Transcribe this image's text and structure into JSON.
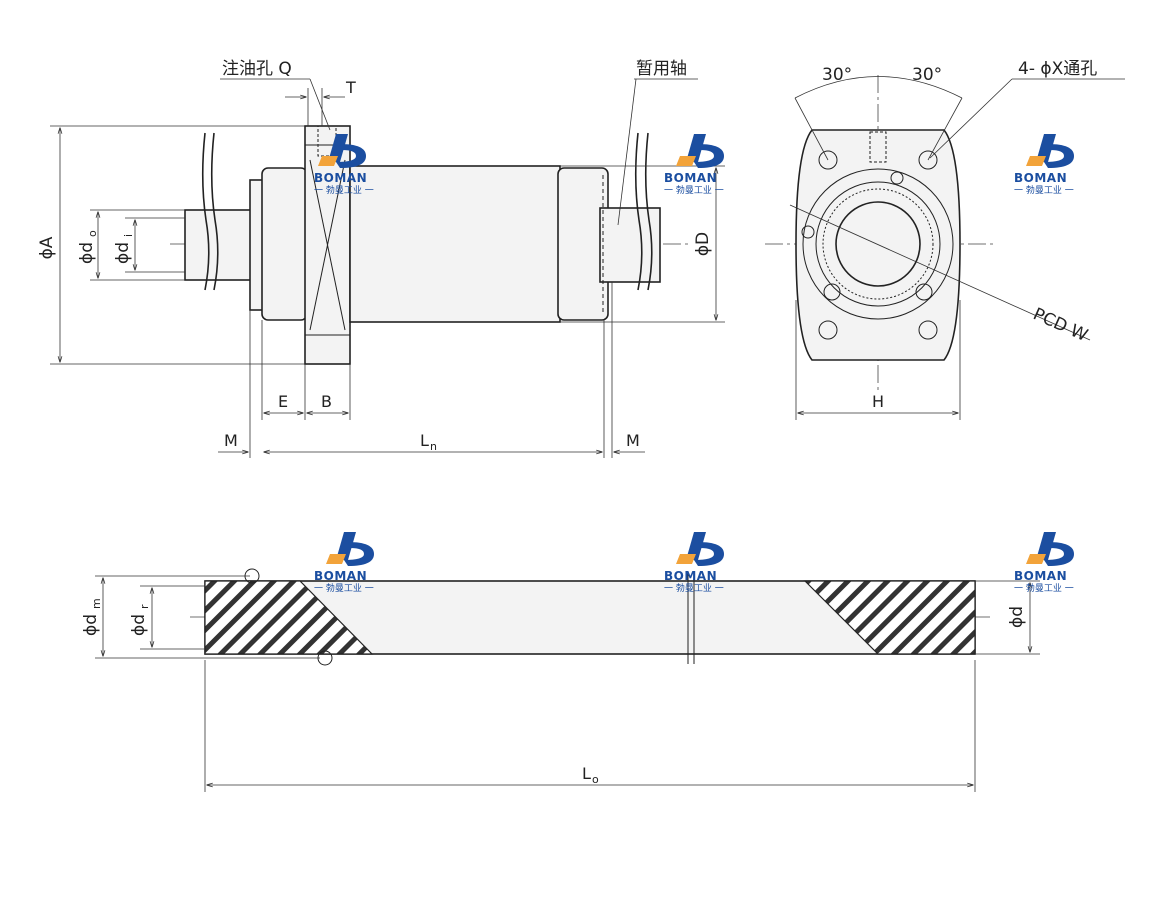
{
  "front_view": {
    "oil_hole_label": "注油孔 Q",
    "shaft_label": "暂用轴",
    "dim_T": "T",
    "dim_A": "ϕA",
    "dim_do": "ϕd",
    "dim_do_sub": "o",
    "dim_di": "ϕd",
    "dim_di_sub": "i",
    "dim_D": "ϕD",
    "dim_E": "E",
    "dim_B": "B",
    "dim_M_left": "M",
    "dim_Ln": "L",
    "dim_Ln_sub": "n",
    "dim_M_right": "M"
  },
  "side_view": {
    "angle_left": "30°",
    "angle_right": "30°",
    "holes_label": "4- ϕX通孔",
    "pcd_label": "PCD W",
    "dim_H": "H"
  },
  "screw_view": {
    "dim_dm": "ϕd",
    "dim_dm_sub": "m",
    "dim_dr": "ϕd",
    "dim_dr_sub": "r",
    "dim_d": "ϕd",
    "dim_Lo": "L",
    "dim_Lo_sub": "o"
  },
  "watermark": {
    "brand": "BOMAN",
    "brand_cn": "一 勃曼工业 一"
  },
  "colors": {
    "line": "#222222",
    "watermark_blue": "#1b4ea0",
    "watermark_orange": "#f2a33a"
  }
}
